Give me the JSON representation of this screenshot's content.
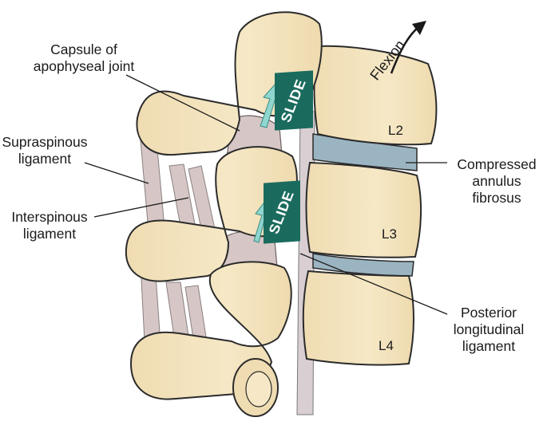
{
  "labels": {
    "capsule": [
      "Capsule of",
      "apophyseal joint"
    ],
    "supraspinous": [
      "Supraspinous",
      "ligament"
    ],
    "interspinous": [
      "Interspinous",
      "ligament"
    ],
    "annulus": [
      "Compressed",
      "annulus",
      "fibrosus"
    ],
    "posterior": [
      "Posterior",
      "longitudinal",
      "ligament"
    ],
    "flexion": "Flexion",
    "slide_upper": "SLIDE",
    "slide_lower": "SLIDE"
  },
  "vertebrae": [
    "L2",
    "L3",
    "L4"
  ],
  "colors": {
    "bone": "#f3e3bd",
    "bone_outline": "#2b2b2b",
    "ligament": "#d6c7c6",
    "disc": "#9bb4c1",
    "slide_tag": "#1a6b5e",
    "slide_arrow": "#8fd6cf"
  }
}
